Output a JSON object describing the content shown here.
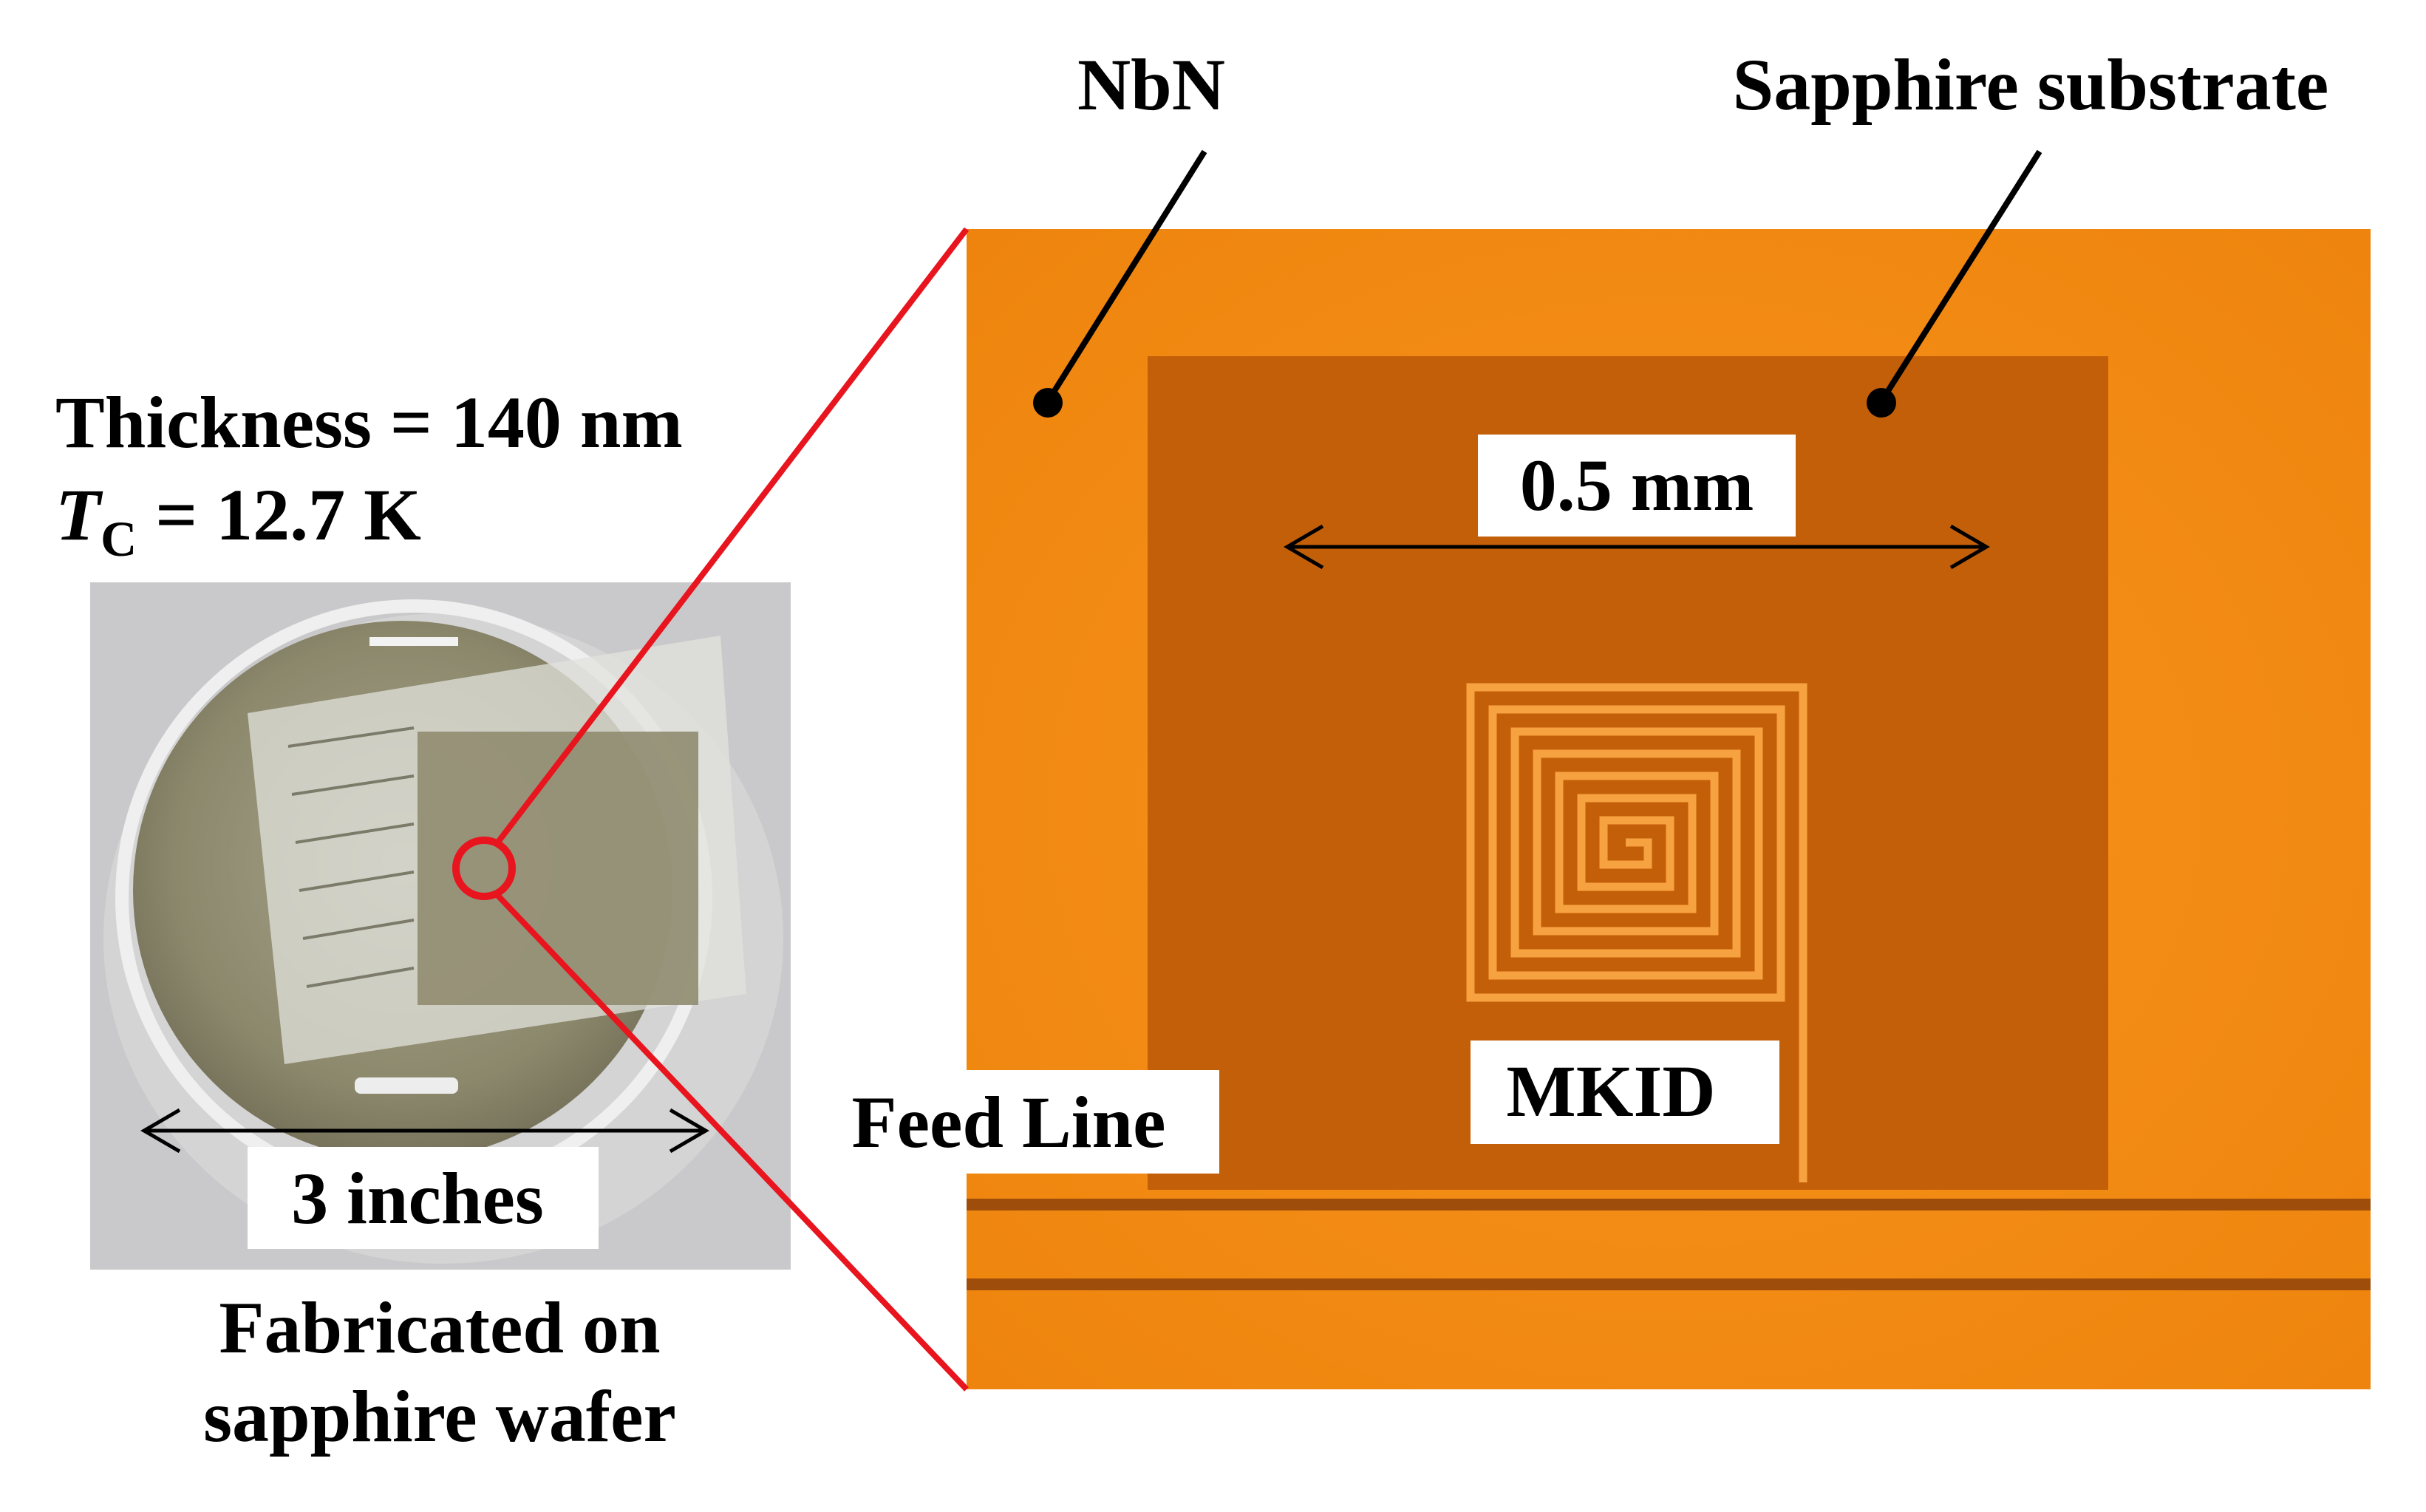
{
  "labels": {
    "nbn": "NbN",
    "substrate": "Sapphire substrate",
    "thickness": "Thickness = 140 nm",
    "tc_symbol": "T",
    "tc_subscript": "C",
    "tc_value": " = 12.7 K",
    "width": "0.5 mm",
    "feed_line": "Feed Line",
    "mkid": "MKID",
    "wafer_size": "3 inches",
    "caption_line1": "Fabricated on",
    "caption_line2": "sapphire wafer"
  },
  "colors": {
    "nbn_film": "#f38a12",
    "substrate_window": "#c15e08",
    "resonator_line": "#f7a240",
    "zoom_lines": "#e8141e",
    "wafer_photo_bg": "#c9c9cb"
  }
}
